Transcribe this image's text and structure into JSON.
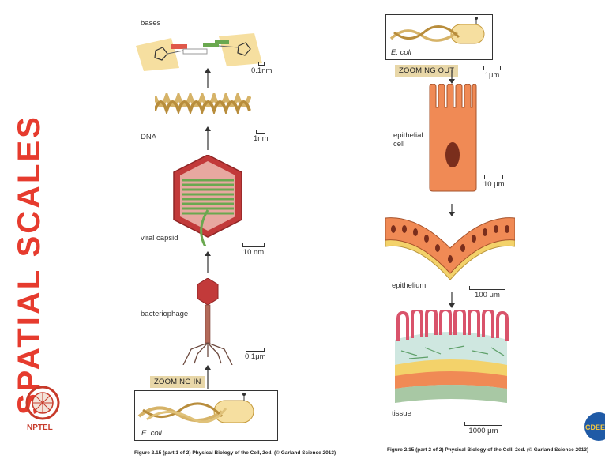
{
  "side_title": "SPATIAL SCALES",
  "left_panel": {
    "labels": {
      "bases": "bases",
      "dna": "DNA",
      "viral_capsid": "viral capsid",
      "bacteriophage": "bacteriophage",
      "ecoli": "E. coli"
    },
    "scales": {
      "s1": "0.1nm",
      "s2": "1nm",
      "s3": "10 nm",
      "s4": "0.1μm"
    },
    "zoom_label": "ZOOMING IN",
    "caption": "Figure 2.15 (part 1 of 2) Physical Biology of the Cell, 2ed. (© Garland Science 2013)"
  },
  "right_panel": {
    "labels": {
      "ecoli": "E. coli",
      "epithelial_cell": "epithelial cell",
      "epithelium": "epithelium",
      "tissue": "tissue"
    },
    "scales": {
      "s1": "1μm",
      "s2": "10 μm",
      "s3": "100 μm",
      "s4": "1000 μm"
    },
    "zoom_label": "ZOOMING OUT",
    "caption": "Figure 2.15 (part 2 of 2) Physical Biology of the Cell, 2ed. (© Garland Science 2013)"
  },
  "logos": {
    "nptel": "NPTEL",
    "cdeep": "CDEEP"
  },
  "colors": {
    "title_red": "#e63b2e",
    "capsid_red": "#c23a3a",
    "cell_orange": "#f08a55",
    "tissue_yellow": "#f3d26a",
    "zoom_bg": "#e8d7a8"
  }
}
